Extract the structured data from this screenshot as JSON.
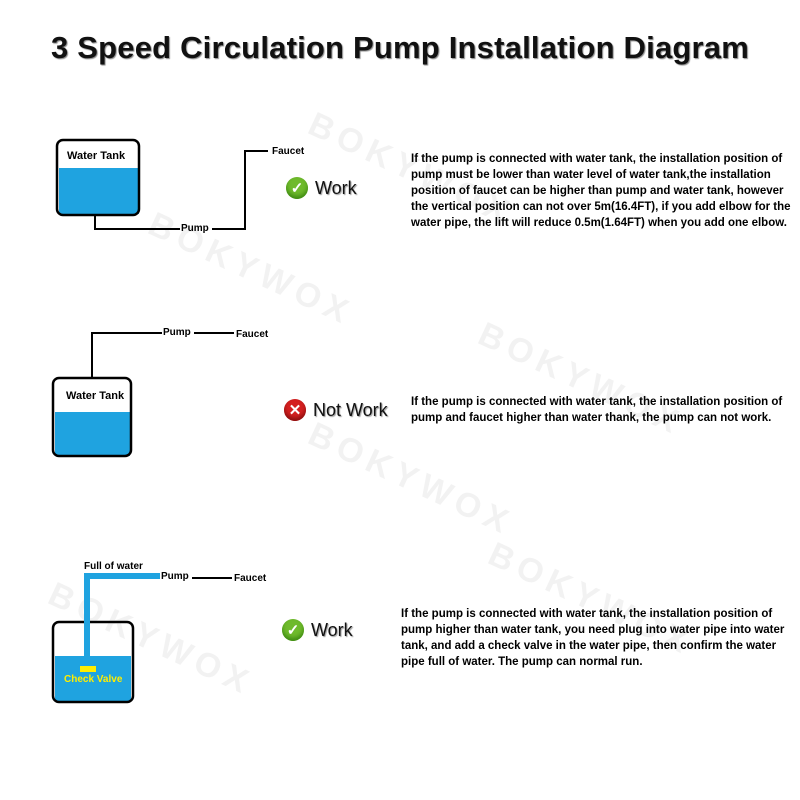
{
  "title": "3 Speed Circulation Pump Installation Diagram",
  "watermark": "BOKYWOX",
  "diagrams": [
    {
      "tank_label": "Water Tank",
      "pump_label": "Pump",
      "faucet_label": "Faucet",
      "status": "Work",
      "status_icon": "check-icon",
      "description": "If the pump is connected with water tank, the installation position of pump must be lower than water level of water tank,the installation position of faucet can be higher than pump and water tank, however the vertical position can not over 5m(16.4FT), if you add elbow for the water pipe, the lift will reduce 0.5m(1.64FT) when you add one elbow."
    },
    {
      "tank_label": "Water Tank",
      "pump_label": "Pump",
      "faucet_label": "Faucet",
      "status": "Not Work",
      "status_icon": "cross-icon",
      "description": "If the pump is connected with water tank, the installation position of pump and faucet higher than water thank, the pump can not work."
    },
    {
      "full_label": "Full of water",
      "pump_label": "Pump",
      "faucet_label": "Faucet",
      "valve_label": "Check Valve",
      "status": "Work",
      "status_icon": "check-icon",
      "description": "If the pump is connected with water tank, the installation position of pump higher than water tank, you need plug into water pipe into water tank, and add a check valve in the water pipe, then confirm the water pipe full of water. The pump can normal run."
    }
  ],
  "colors": {
    "water": "#1fa3e0",
    "ok": "#6fba2c",
    "bad": "#d42020",
    "valve": "#ffee00"
  }
}
